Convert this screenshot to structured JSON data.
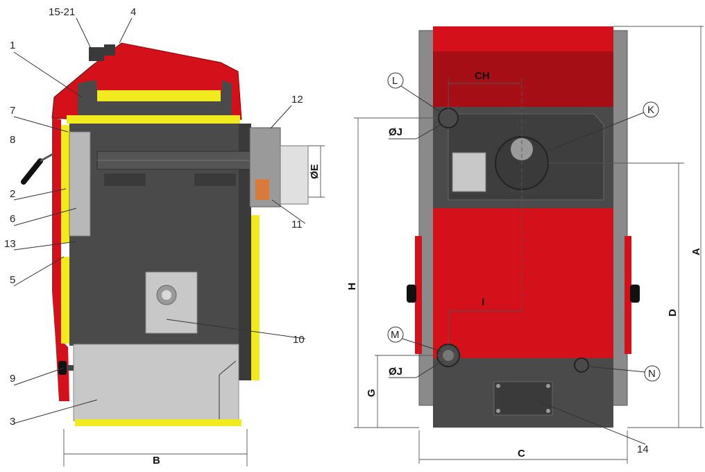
{
  "section_view": {
    "callouts": [
      "15-21",
      "4",
      "1",
      "7",
      "12",
      "8",
      "2",
      "6",
      "13",
      "11",
      "5",
      "10",
      "9",
      "3"
    ],
    "dimensions": {
      "e": "ØE",
      "b": "B"
    }
  },
  "front_view": {
    "ports": {
      "l": "L",
      "k": "K",
      "m": "M",
      "n": "N"
    },
    "dimensions": {
      "ch": "CH",
      "j_top": "ØJ",
      "j_bottom": "ØJ",
      "i": "I",
      "h": "H",
      "a": "A",
      "d": "D",
      "g": "G",
      "c": "C"
    },
    "callouts": [
      "14"
    ]
  },
  "colors": {
    "red": "#d4101a",
    "dark_red": "#a50e14",
    "yellow": "#f0ea1f",
    "dark_gray": "#4a4a4a",
    "gray": "#8a8a8a",
    "light_gray": "#c8c8c8"
  }
}
